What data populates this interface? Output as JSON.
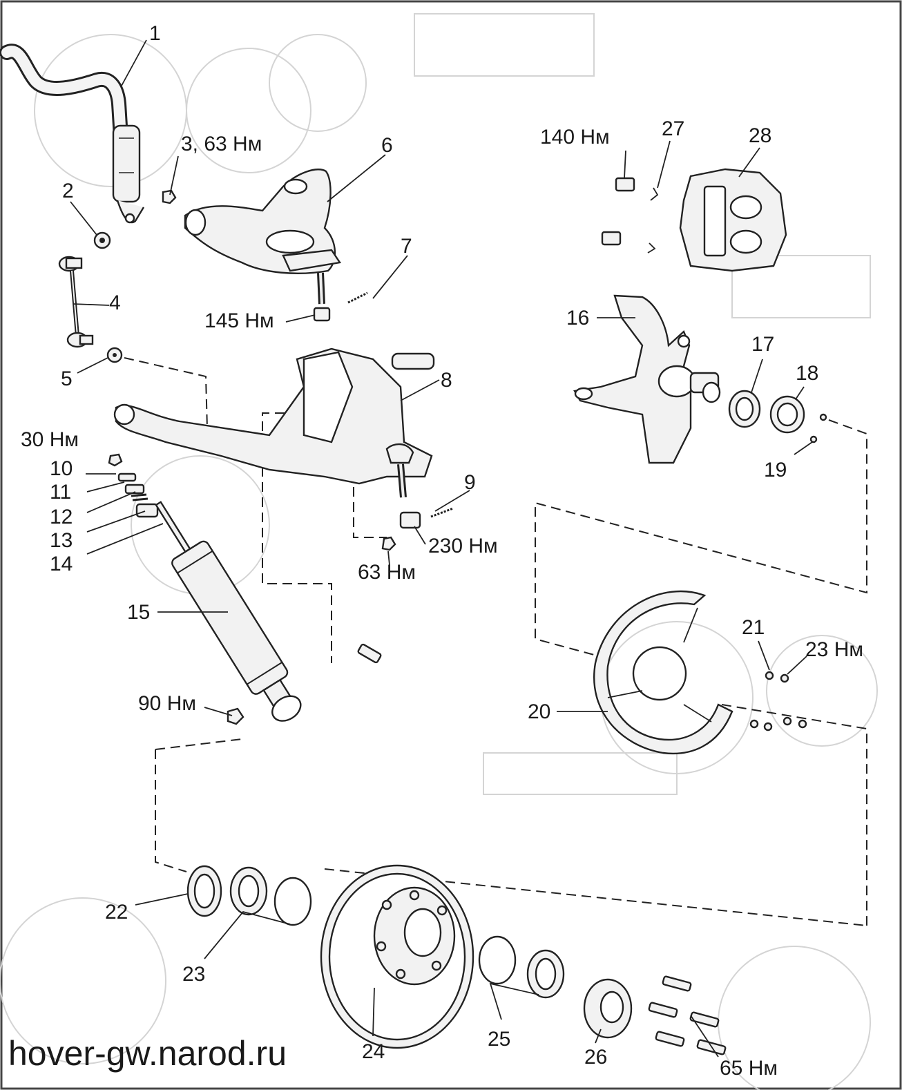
{
  "labels": {
    "p1": "1",
    "p2": "2",
    "p3": "3, 63 Нм",
    "p4": "4",
    "p5": "5",
    "p6": "6",
    "p7": "7",
    "p7t": "145 Нм",
    "p8": "8",
    "p9": "9",
    "p9t": "230 Нм",
    "p9n": "63 Нм",
    "p10t": "30 Нм",
    "p10": "10",
    "p11": "11",
    "p12": "12",
    "p13": "13",
    "p14": "14",
    "p15": "15",
    "p15t": "90 Нм",
    "p16": "16",
    "p17": "17",
    "p18": "18",
    "p19": "19",
    "p20": "20",
    "p21": "21",
    "p21t": "23 Нм",
    "p22": "22",
    "p23": "23",
    "p24": "24",
    "p25": "25",
    "p26": "26",
    "p26t": "65 Нм",
    "p27": "27",
    "p27t": "140 Нм",
    "p28": "28"
  },
  "watermark": "hover-gw.narod.ru"
}
